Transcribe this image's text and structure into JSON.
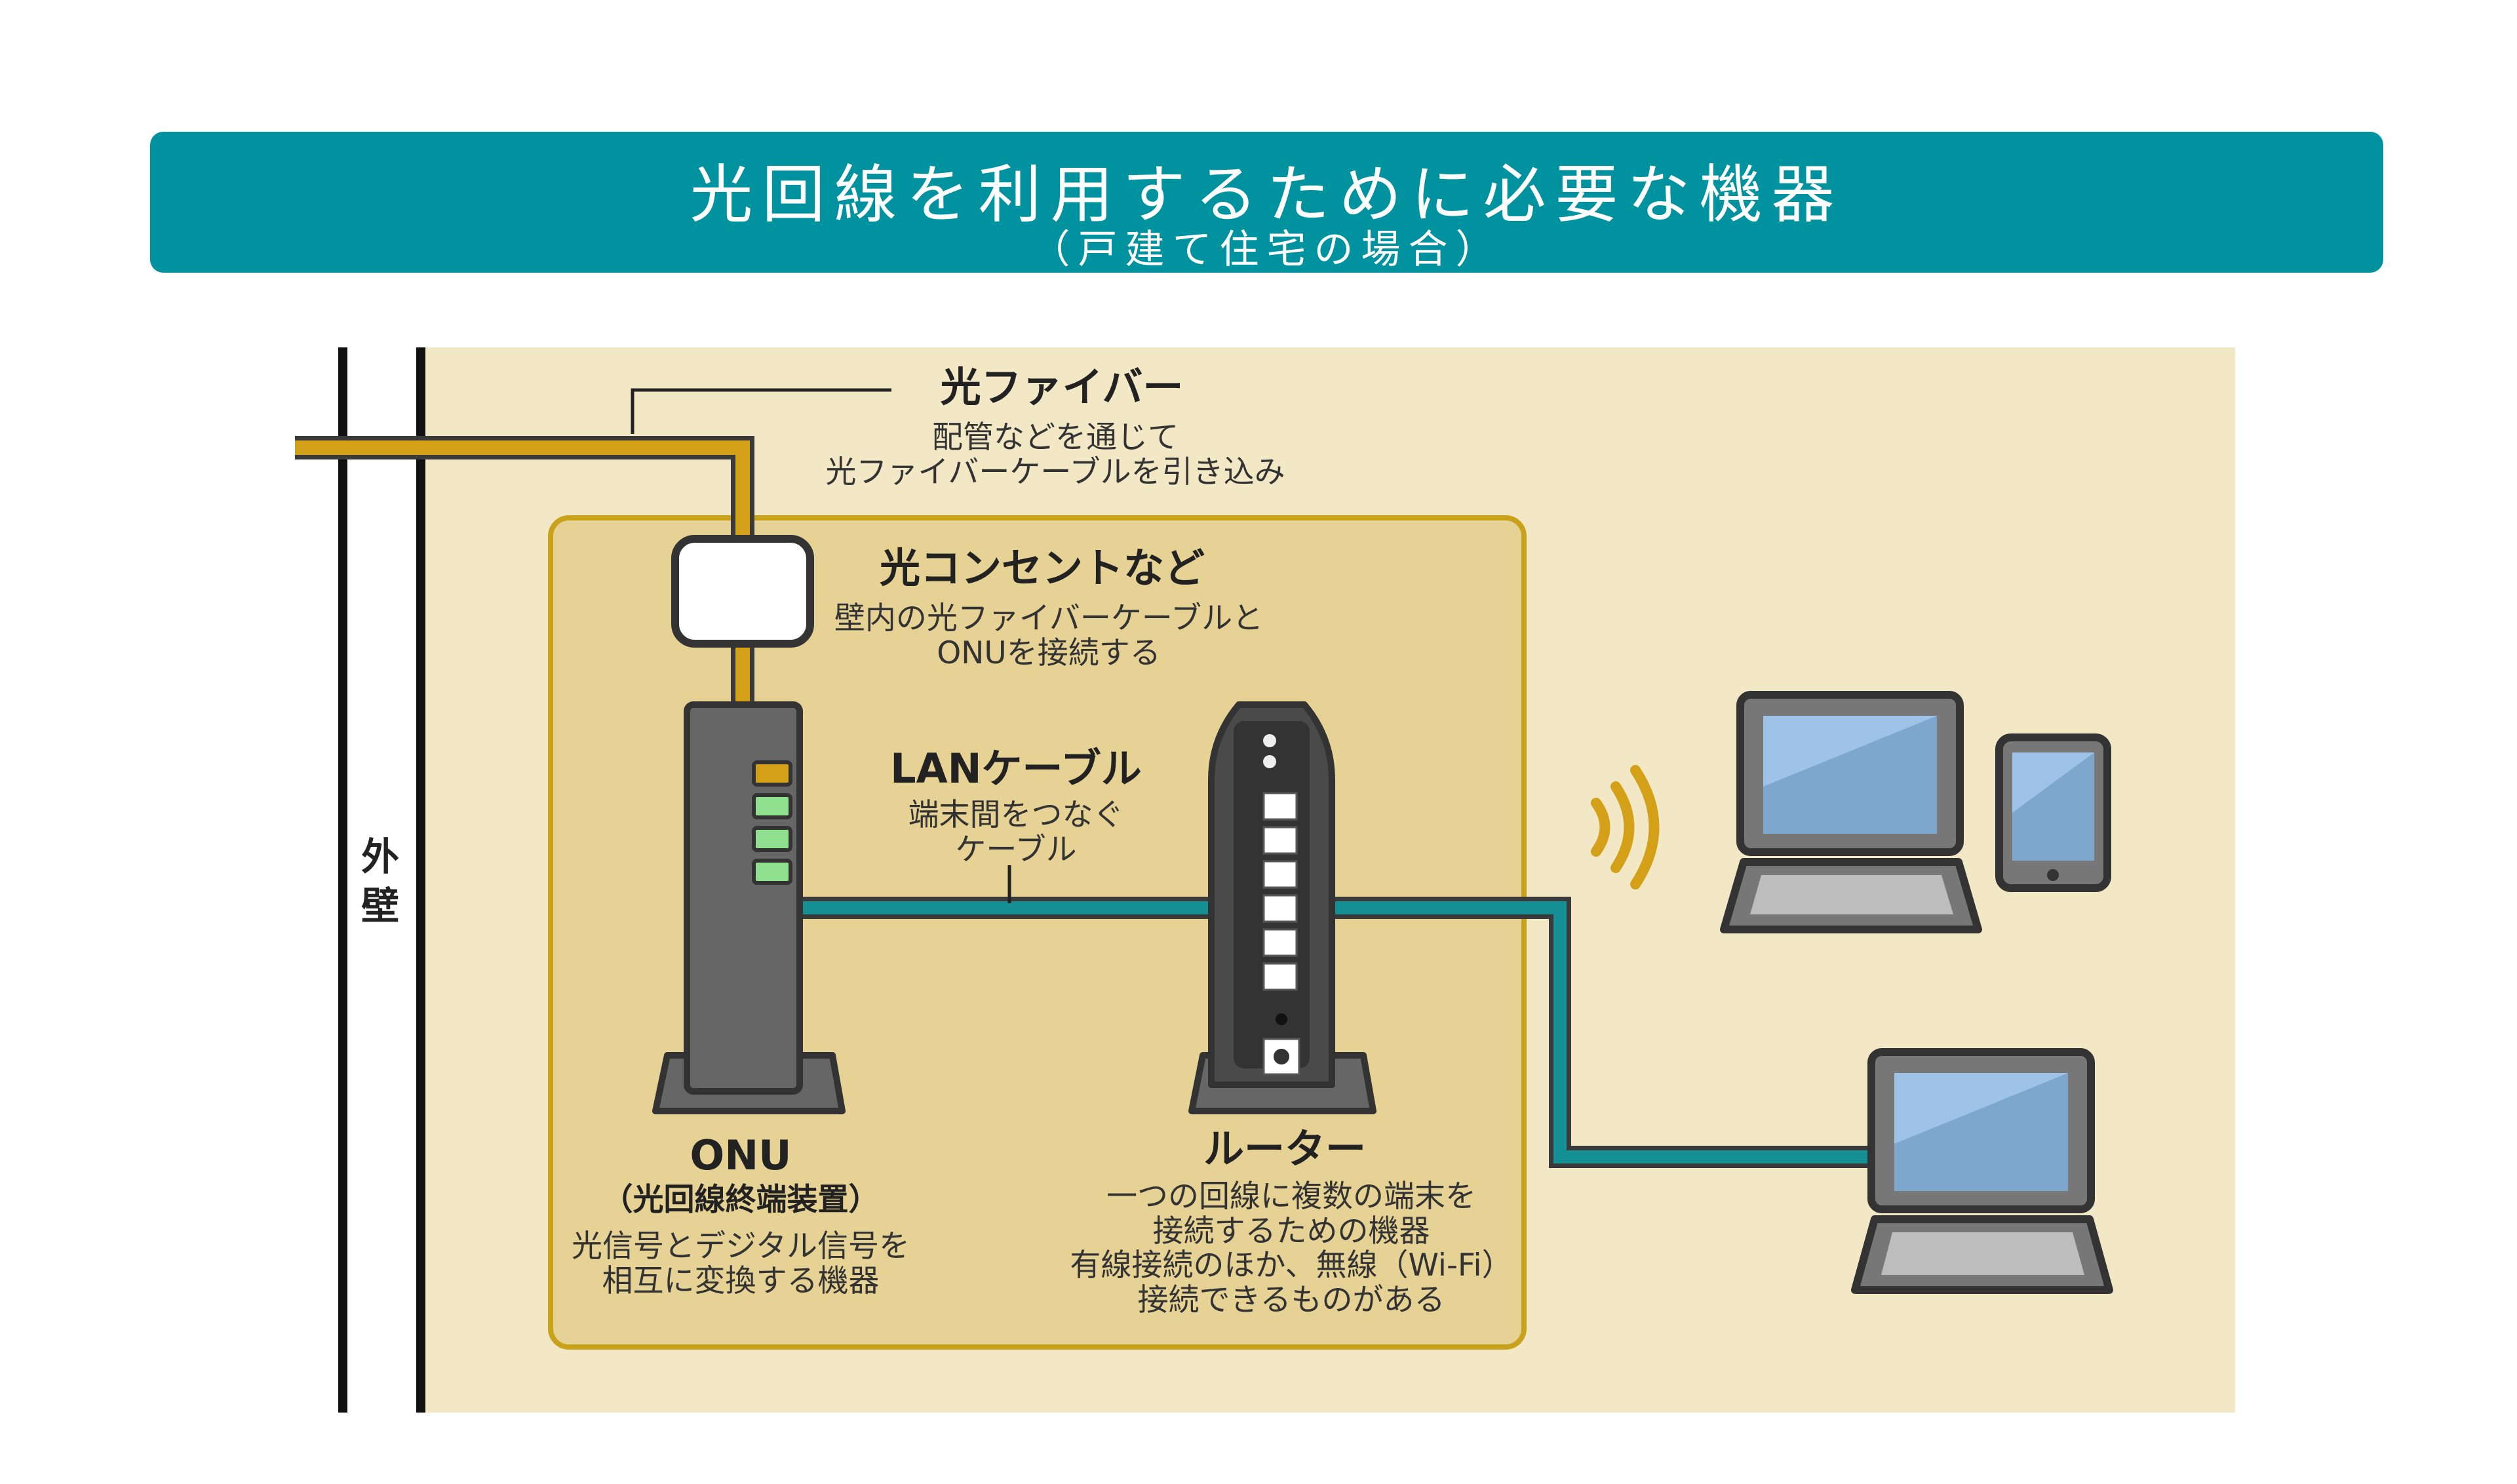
{
  "header": {
    "title": "光回線を利用するために必要な機器",
    "subtitle": "（戸建て住宅の場合）"
  },
  "wall": {
    "label_line1": "外",
    "label_line2": "壁"
  },
  "fiber": {
    "title": "光ファイバー",
    "desc_line1": "配管などを通じて",
    "desc_line2": "光ファイバーケーブルを引き込み"
  },
  "outlet": {
    "title": "光コンセントなど",
    "desc_line1": "壁内の光ファイバーケーブルと",
    "desc_line2": "ONUを接続する"
  },
  "lan_cable": {
    "title": "LANケーブル",
    "desc_line1": "端末間をつなぐ",
    "desc_line2": "ケーブル"
  },
  "onu": {
    "title": "ONU",
    "subtitle": "（光回線終端装置）",
    "desc_line1": "光信号とデジタル信号を",
    "desc_line2": "相互に変換する機器"
  },
  "router": {
    "title": "ルーター",
    "desc_line1": "一つの回線に複数の端末を",
    "desc_line2": "接続するための機器",
    "desc_line3": "有線接続のほか、無線（Wi-Fi）",
    "desc_line4": "接続できるものがある"
  },
  "colors": {
    "banner": "#00939f",
    "indoor_bg": "#f3e8c6",
    "equipment_zone": "#e6d294",
    "fiber_cable": "#d4a017",
    "lan_cable": "#148f94",
    "device_body": "#666666",
    "screen": "#7ea7cd"
  },
  "icons": {
    "outlet": "fiber-outlet-icon",
    "onu": "onu-device-icon",
    "router": "router-device-icon",
    "wifi": "wifi-signal-icon",
    "laptop": "laptop-icon",
    "tablet": "tablet-icon"
  }
}
